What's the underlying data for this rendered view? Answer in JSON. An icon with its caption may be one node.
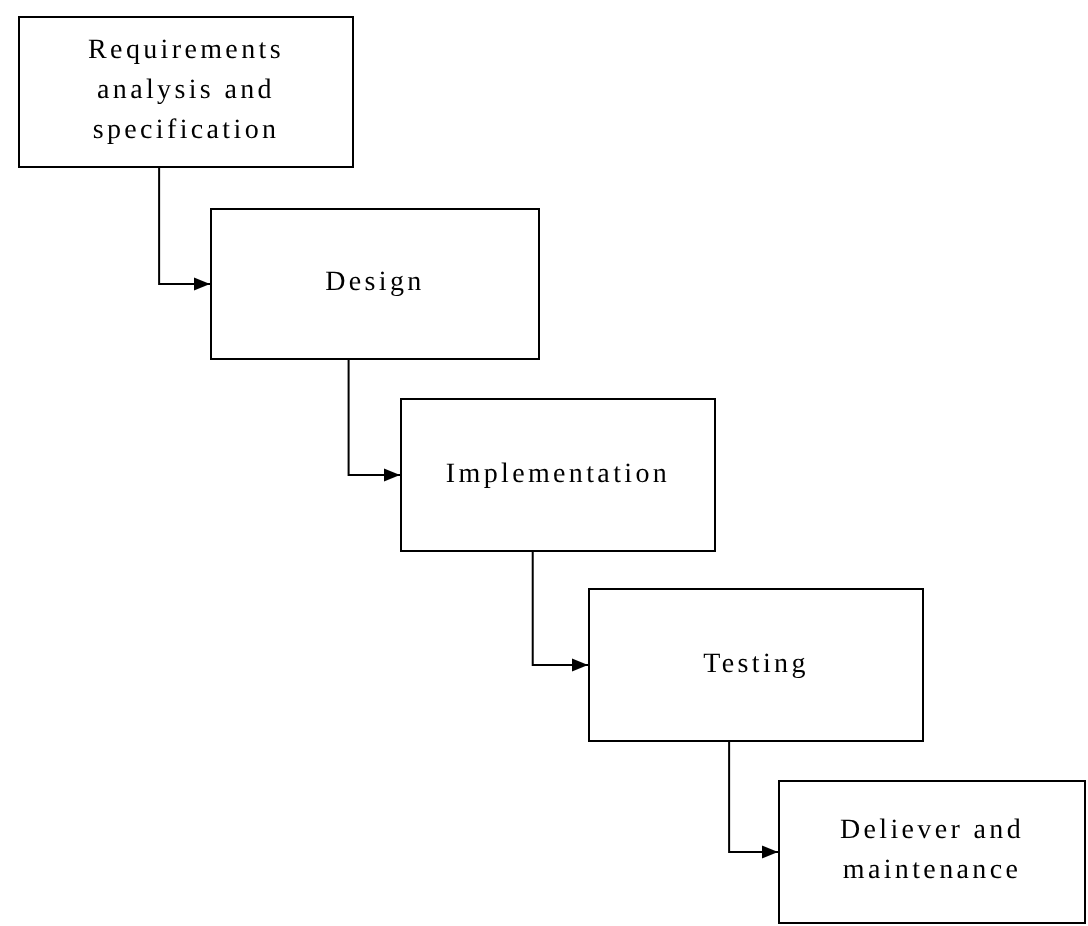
{
  "diagram": {
    "nodes": [
      {
        "text": [
          "Requirements analysis and specification"
        ]
      },
      {
        "text": [
          "Design"
        ]
      },
      {
        "text": [
          "Implementation"
        ]
      },
      {
        "text": [
          "Testing"
        ]
      },
      {
        "text": [
          "Deliever and maintenance"
        ]
      }
    ],
    "edges": [
      {
        "from": 0,
        "to": 1,
        "arrow": "to"
      },
      {
        "from": 1,
        "to": 2,
        "arrow": "to"
      },
      {
        "from": 2,
        "to": 3,
        "arrow": "to"
      },
      {
        "from": 3,
        "to": 4,
        "arrow": "to"
      }
    ]
  }
}
